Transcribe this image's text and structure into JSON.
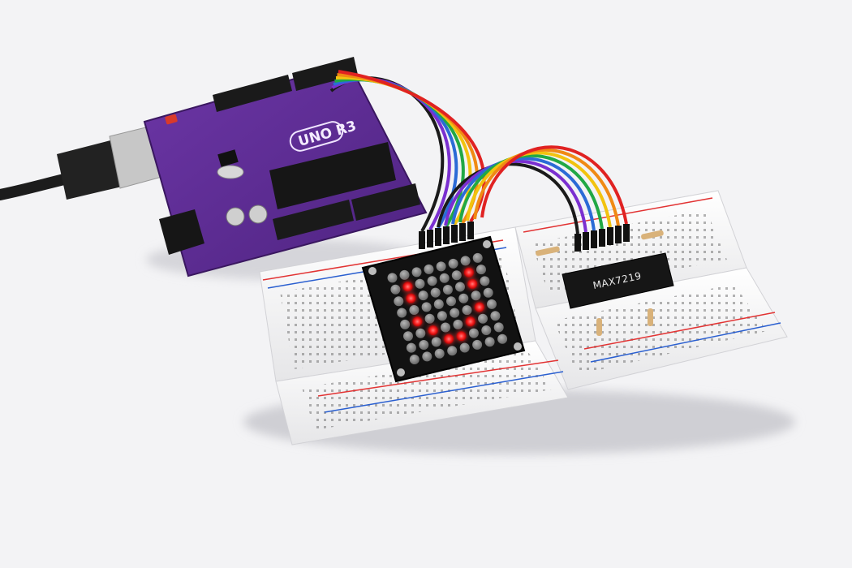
{
  "scene": {
    "background": "#f3f3f5",
    "board": {
      "label": "UNO R3",
      "color": "#5b2a8f",
      "kind": "microcontroller-board"
    },
    "driver_chip": {
      "label": "MAX7219",
      "kind": "led-driver-ic"
    },
    "led_matrix": {
      "rows": 8,
      "cols": 8,
      "on_color": "#ff2a2a",
      "off_color": "#8a8a8a",
      "lit_pixels": [
        [
          1,
          1
        ],
        [
          1,
          6
        ],
        [
          2,
          1
        ],
        [
          2,
          6
        ],
        [
          4,
          1
        ],
        [
          4,
          6
        ],
        [
          5,
          2
        ],
        [
          5,
          5
        ],
        [
          6,
          3
        ],
        [
          6,
          4
        ]
      ]
    },
    "wire_colors": [
      "#1a1a1a",
      "#7a2fd0",
      "#2b6bd6",
      "#21a845",
      "#f2c30f",
      "#f08a14",
      "#e02222"
    ],
    "breadboards": 4
  }
}
